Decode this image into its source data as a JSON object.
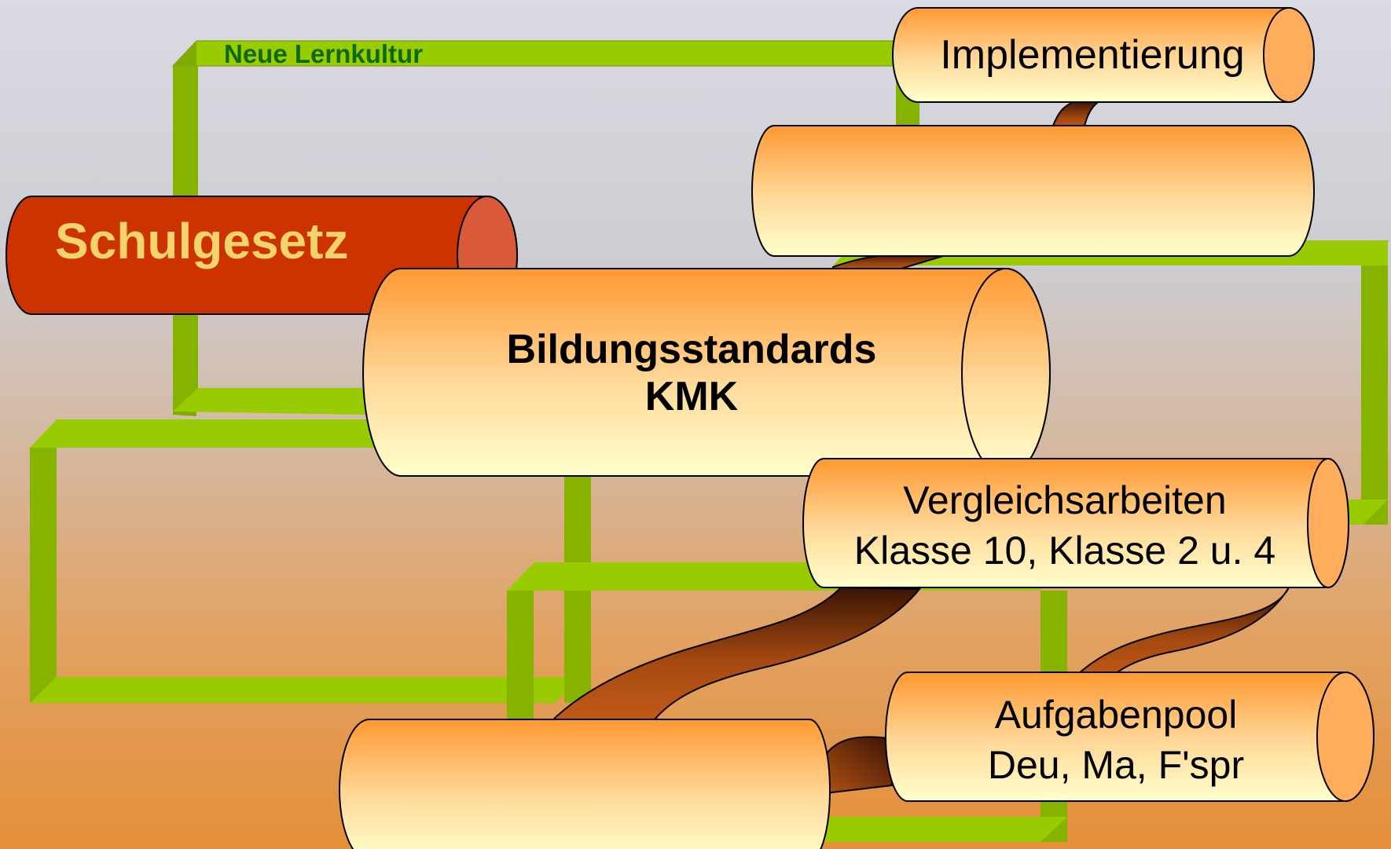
{
  "labels": {
    "neue_lernkultur": "Neue Lernkultur",
    "implementierung": "Implementierung",
    "schulgesetz": "Schulgesetz",
    "bildungsstandards_line1": "Bildungsstandards",
    "bildungsstandards_line2": "KMK",
    "vergleichsarbeiten_line1": "Vergleichsarbeiten",
    "vergleichsarbeiten_line2": "Klasse 10, Klasse 2 u. 4",
    "aufgabenpool_line1": "Aufgabenpool",
    "aufgabenpool_line2": "Deu, Ma, F'spr"
  },
  "colors": {
    "frame_green": "#99cc00",
    "frame_green_dark": "#7aa300",
    "cylinder_orange": "#ff9933",
    "cylinder_cream": "#ffffcc",
    "schulgesetz_red": "#cc3300",
    "schulgesetz_text": "#f3d36a",
    "neue_lernkultur_text": "#0d6a12",
    "ribbon_brown": "#a0450f"
  }
}
